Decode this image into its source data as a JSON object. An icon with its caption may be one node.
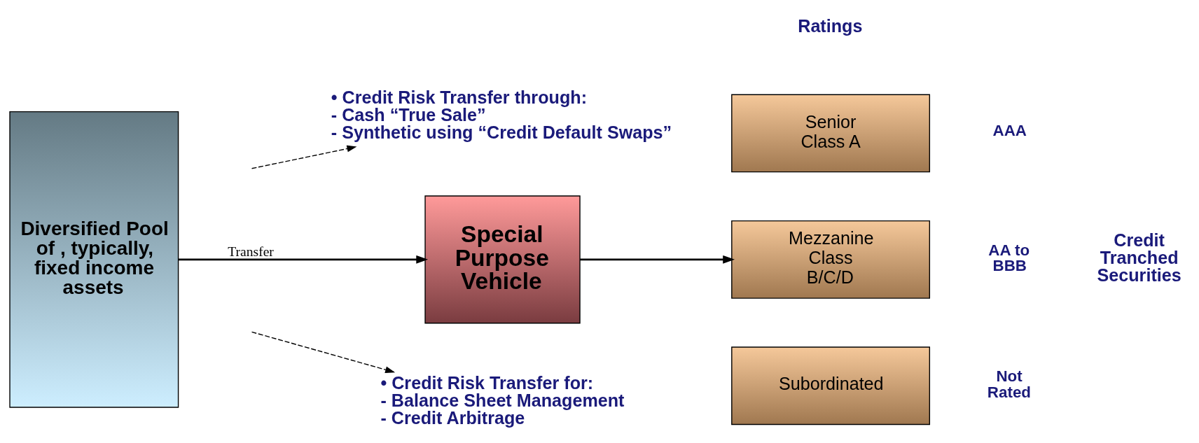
{
  "diagram": {
    "nodes": [
      {
        "text": [
          "Diversified Pool of , typically, fixed income assets"
        ]
      },
      {
        "text": [
          "Special Purpose Vehicle"
        ]
      },
      {
        "text": [
          "Senior Class A"
        ],
        "beside": [
          "AAA"
        ]
      },
      {
        "text": [
          "Mezzanine Class B/C/D"
        ],
        "beside": [
          "AA to BBB"
        ]
      },
      {
        "text": [
          "Subordinated"
        ],
        "beside": [
          "Not Rated"
        ]
      },
      {
        "text": [
          "• Credit Risk Transfer through:",
          "- Cash “True Sale”",
          "- Synthetic using “Credit Default Swaps”"
        ]
      },
      {
        "text": [
          "• Credit Risk Transfer for:",
          "- Balance Sheet Management",
          "- Credit Arbitrage"
        ]
      }
    ],
    "edges": [
      {
        "from": 0,
        "to": 1,
        "arrow": "to",
        "label": "Transfer"
      },
      {
        "from": null,
        "to": 5,
        "arrow": "to",
        "style": "dashed"
      },
      {
        "from": null,
        "to": 6,
        "arrow": "to",
        "style": "dashed"
      },
      {
        "from": 1,
        "to": 3,
        "arrow": "to"
      }
    ],
    "labels": [
      "Ratings",
      "Credit Tranched Securities"
    ]
  }
}
